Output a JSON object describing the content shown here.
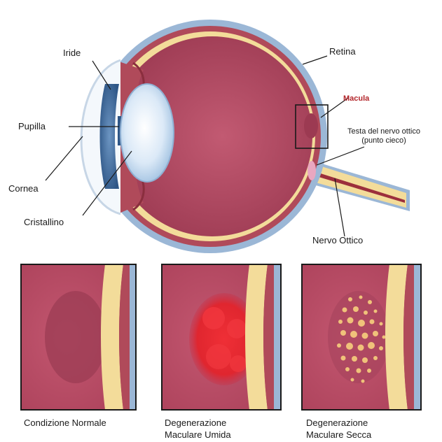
{
  "labels": {
    "iride": "Iride",
    "pupilla": "Pupilla",
    "cornea": "Cornea",
    "cristallino": "Cristallino",
    "retina": "Retina",
    "macula": "Macula",
    "testa_line1": "Testa del nervo ottico",
    "testa_line2": "(punto cieco)",
    "nervo": "Nervo Ottico"
  },
  "panels": [
    {
      "caption": [
        "Condizione Normale"
      ]
    },
    {
      "caption": [
        "Degenerazione",
        "Maculare Umida"
      ]
    },
    {
      "caption": [
        "Degenerazione",
        "Maculare Secca"
      ]
    }
  ],
  "colors": {
    "sclera": "#9bb7d6",
    "choroid": "#b04a5a",
    "retina": "#f3dc9a",
    "vitreous": "#b6475f",
    "lens": "#e6f0fa",
    "wet_lesion": "#e2222c",
    "dry_drusen": "#f0c27a"
  }
}
